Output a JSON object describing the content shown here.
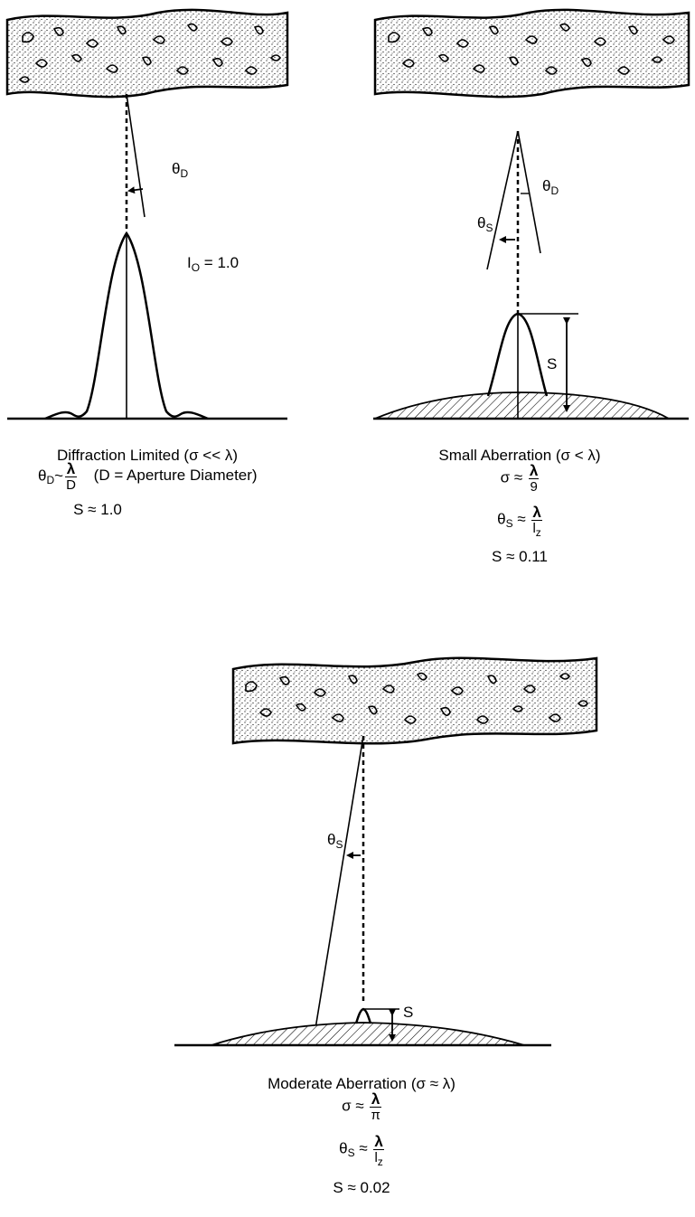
{
  "panels": [
    {
      "id": "diffraction",
      "title": "Diffraction Limited (σ << λ)",
      "theta_symbol": "θ",
      "theta_d_sub": "D",
      "theta_d_relation": "~",
      "theta_d_num": "λ",
      "theta_d_den": "D",
      "theta_d_note": "(D = Aperture Diameter)",
      "strehl": "S ≈ 1.0",
      "peak_label_main": "I",
      "peak_label_sub": "O",
      "peak_label_rest": " = 1.0"
    },
    {
      "id": "small",
      "title": "Small Aberration (σ < λ)",
      "sigma_lhs": "σ ≈ ",
      "sigma_num": "λ",
      "sigma_den": "9",
      "theta_s_lhs": "θ",
      "theta_s_sub": "S",
      "theta_s_rel": " ≈ ",
      "theta_s_num": "λ",
      "theta_s_den": "l",
      "theta_s_den_sub": "z",
      "strehl": "S ≈ 0.11",
      "arrow_label": "S",
      "theta_d_label": "θ",
      "theta_d_label_sub": "D",
      "theta_s_label": "θ",
      "theta_s_label_sub": "S"
    },
    {
      "id": "moderate",
      "title": "Moderate Aberration (σ ≈ λ)",
      "sigma_lhs": "σ ≈ ",
      "sigma_num": "λ",
      "sigma_den": "π",
      "theta_s_lhs": "θ",
      "theta_s_sub": "S",
      "theta_s_rel": " ≈ ",
      "theta_s_num": "λ",
      "theta_s_den": "l",
      "theta_s_den_sub": "z",
      "strehl": "S ≈ 0.02",
      "arrow_label": "S",
      "theta_s_label": "θ",
      "theta_s_label_sub": "S"
    }
  ]
}
